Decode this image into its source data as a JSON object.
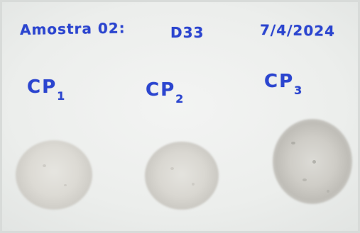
{
  "label": {
    "sample": "Amostra 02:",
    "code": "D33",
    "date": "7/4/2024"
  },
  "specimens": [
    {
      "name": "CP",
      "index": "1"
    },
    {
      "name": "CP",
      "index": "2"
    },
    {
      "name": "CP",
      "index": "3"
    }
  ],
  "colors": {
    "ink": "#2b45cf",
    "background": "#eceeec",
    "powder": "#e2e1dc",
    "powder_shadow": "#b9b7b1"
  }
}
